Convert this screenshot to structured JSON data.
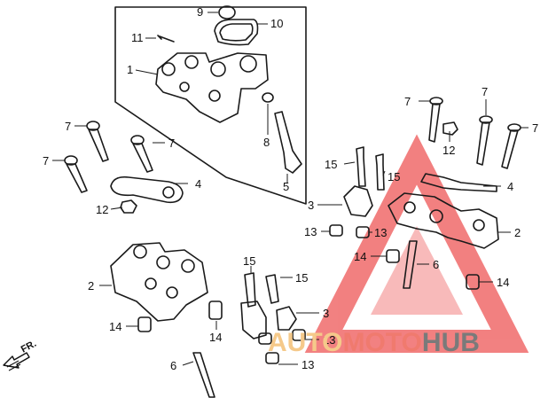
{
  "diagram": {
    "callouts": {
      "c9": "9",
      "c10": "10",
      "c11": "11",
      "c1": "1",
      "c8": "8",
      "c5": "5",
      "c7a": "7",
      "c7b": "7",
      "c7c": "7",
      "c4a": "4",
      "c12a": "12",
      "c7d": "7",
      "c7e": "7",
      "c7f": "7",
      "c12b": "12",
      "c15a": "15",
      "c15b": "15",
      "c4b": "4",
      "c3a": "3",
      "c13a": "13",
      "c13b": "13",
      "c2a": "2",
      "c14a": "14",
      "c6a": "6",
      "c14b": "14",
      "c2b": "2",
      "c15c": "15",
      "c15d": "15",
      "c14c": "14",
      "c14d": "14",
      "c3b": "3",
      "c13c": "13",
      "c13d": "13",
      "c6b": "6"
    },
    "front_arrow_label": "FR."
  },
  "watermark": {
    "part1": "AUTO",
    "part2": "MOTO",
    "part3": "HUB",
    "colors": {
      "triangle": "#f06b6b",
      "auto": "#f5c98a",
      "moto": "#f07a6e",
      "hub": "#7a7a7a"
    }
  }
}
